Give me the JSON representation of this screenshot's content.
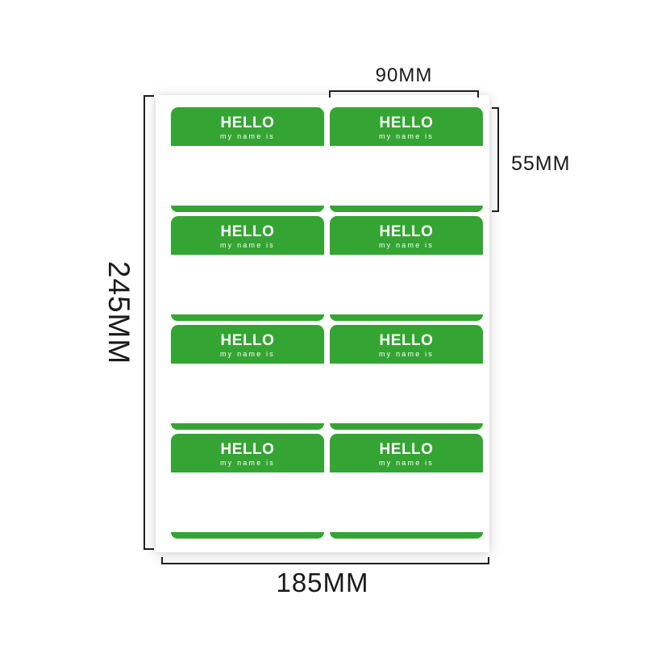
{
  "product": {
    "description": "sheet of hello name tag stickers with size annotations"
  },
  "sheet": {
    "rows": 4,
    "cols": 2,
    "sticker_count": 8,
    "sticker": {
      "title": "HELLO",
      "subtitle": "my name is"
    },
    "colors": {
      "sticker_green": "#34a533",
      "sticker_text": "#ffffff",
      "paper": "#ffffff",
      "dimension_line": "#1f1f1f"
    }
  },
  "dimensions": {
    "sticker_width": {
      "label": "90MM"
    },
    "sticker_height": {
      "label": "55MM"
    },
    "sheet_height": {
      "label": "245MM"
    },
    "sheet_width": {
      "label": "185MM"
    }
  }
}
